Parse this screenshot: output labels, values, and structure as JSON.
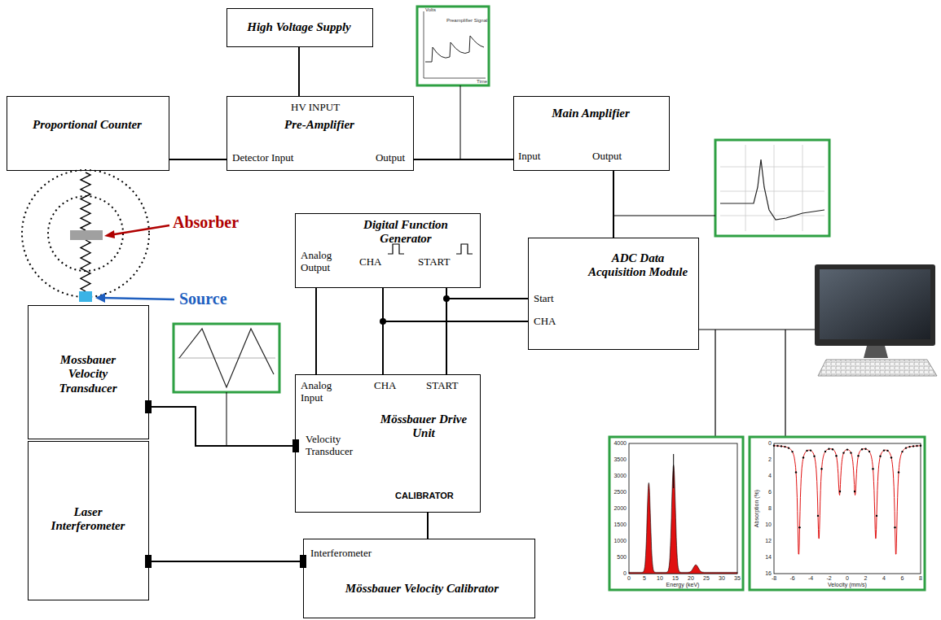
{
  "diagram": {
    "nodes": [
      {
        "text": [
          "High Voltage Supply"
        ]
      },
      {
        "text": [
          "HV INPUT",
          "Pre-Amplifier",
          "Detector Input",
          "Output"
        ]
      },
      {
        "text": [
          "Proportional Counter"
        ]
      },
      {
        "text": [
          "Main Amplifier",
          "Input",
          "Output"
        ]
      },
      {
        "text": [
          "Digital Function Generator",
          "Analog Output",
          "CHA",
          "START"
        ]
      },
      {
        "text": [
          "ADC Data Acquisition Module",
          "Start",
          "CHA"
        ]
      },
      {
        "text": [
          "Mossbauer Velocity Transducer"
        ]
      },
      {
        "text": [
          "Laser Interferometer"
        ]
      },
      {
        "text": [
          "Analog Input",
          "CHA",
          "START",
          "Mössbauer Drive Unit",
          "Velocity Transducer",
          "CALIBRATOR"
        ]
      },
      {
        "text": [
          "Interferometer",
          "Mössbauer Velocity Calibrator"
        ]
      }
    ],
    "edges": [
      {
        "from": 0,
        "to": 1,
        "arrow": "none"
      },
      {
        "from": 2,
        "to": 1,
        "arrow": "none"
      },
      {
        "from": 1,
        "to": 3,
        "arrow": "none"
      },
      {
        "from": 3,
        "to": 5,
        "arrow": "none"
      },
      {
        "from": 4,
        "to": 8,
        "arrow": "none"
      },
      {
        "from": 4,
        "to": 8,
        "arrow": "none"
      },
      {
        "from": 4,
        "to": 8,
        "arrow": "none"
      },
      {
        "from": 4,
        "to": 5,
        "arrow": "none"
      },
      {
        "from": 4,
        "to": 5,
        "arrow": "none"
      },
      {
        "from": 8,
        "to": 6,
        "arrow": "none"
      },
      {
        "from": 8,
        "to": 9,
        "arrow": "none"
      },
      {
        "from": 7,
        "to": 9,
        "arrow": "none"
      }
    ],
    "labels": [
      "Absorber",
      "Source",
      "Preamplifier Signal",
      "Time",
      "Volts",
      "Energy (keV)",
      "0",
      "5",
      "10",
      "15",
      "20",
      "25",
      "30",
      "35",
      "0",
      "500",
      "1000",
      "1500",
      "2000",
      "2500",
      "3000",
      "3500",
      "4000",
      "Velocity (mm/s)",
      "Absorption (%)",
      "-8",
      "-6",
      "-4",
      "-2",
      "0",
      "2",
      "4",
      "6",
      "8",
      "0",
      "2",
      "4",
      "6",
      "8",
      "10",
      "12",
      "14",
      "16"
    ]
  }
}
